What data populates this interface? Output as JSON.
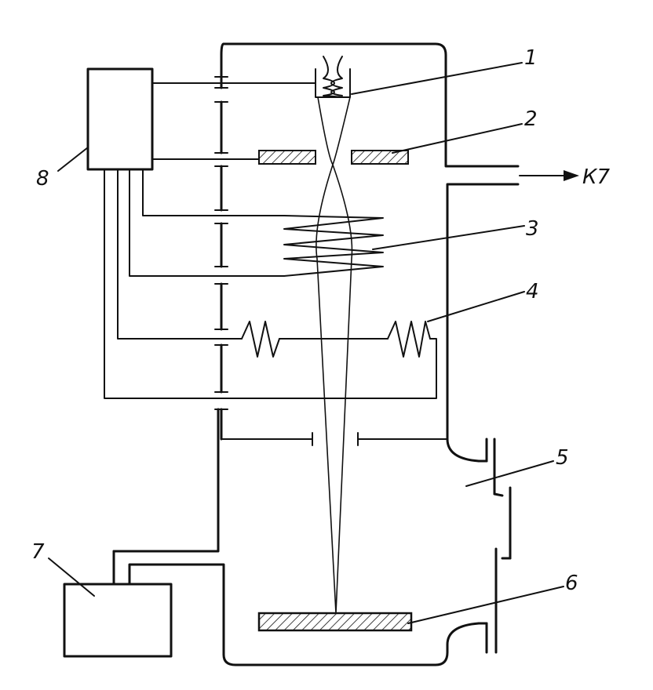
{
  "labels": {
    "filament": "1",
    "anode": "2",
    "coil_lens": "3",
    "deflection": "4",
    "chamber": "5",
    "target": "6",
    "pump": "7",
    "power_supply": "8",
    "outlet": "К7"
  }
}
